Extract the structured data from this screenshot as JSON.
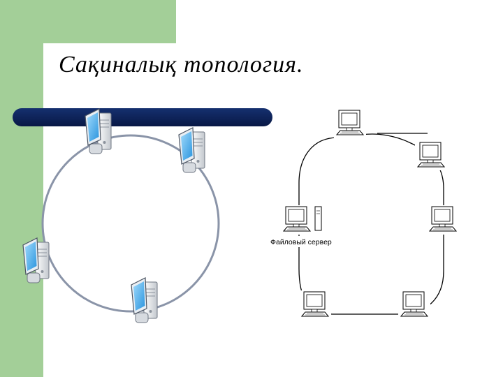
{
  "slide": {
    "title": "Сақиналық топология."
  },
  "colors": {
    "sidebar_green": "#a3cf98",
    "bar_navy": "#0d2254",
    "ring_gray": "#8a94a8",
    "screen_blue": "#4fb3ee",
    "line_black": "#000000"
  },
  "left_diagram": {
    "kind": "ring",
    "workstation_count": 4,
    "icon": "desktop-computer-icon"
  },
  "right_diagram": {
    "kind": "ring",
    "workstation_count": 6,
    "icon": "computer-terminal-icon",
    "server_label": "Файловый сервер"
  }
}
